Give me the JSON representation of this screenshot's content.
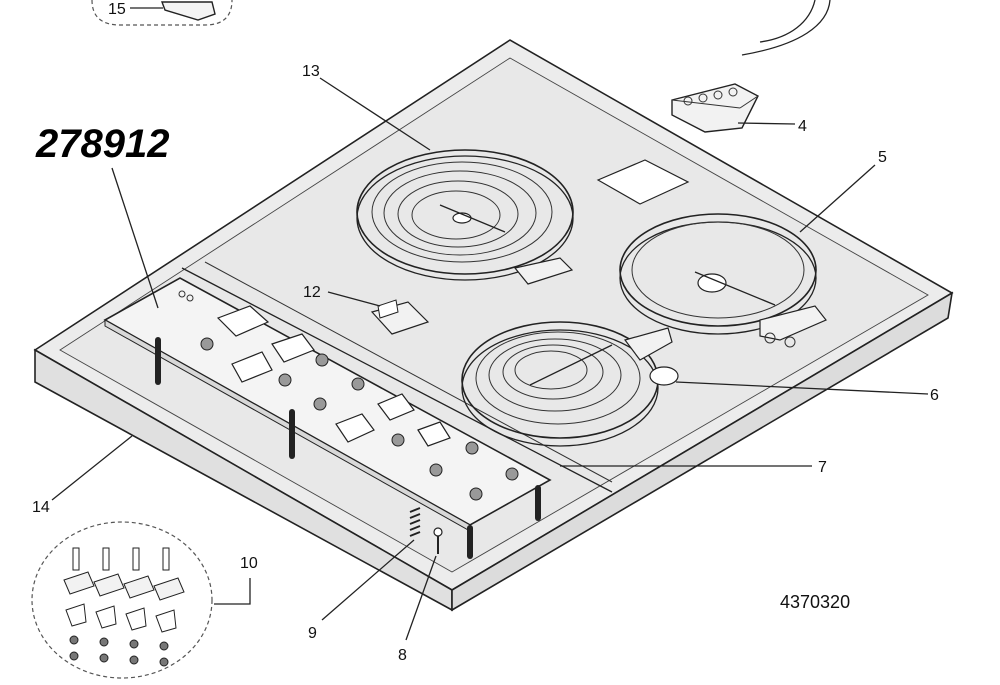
{
  "diagram": {
    "part_number": "278912",
    "document_code": "4370320",
    "callouts": {
      "c15": "15",
      "c13": "13",
      "c4": "4",
      "c5": "5",
      "c12": "12",
      "c6": "6",
      "c7": "7",
      "c14": "14",
      "c10": "10",
      "c9": "9",
      "c8": "8"
    }
  },
  "colors": {
    "line": "#222222",
    "surface": "#e6e6e6",
    "board": "#ececec"
  }
}
